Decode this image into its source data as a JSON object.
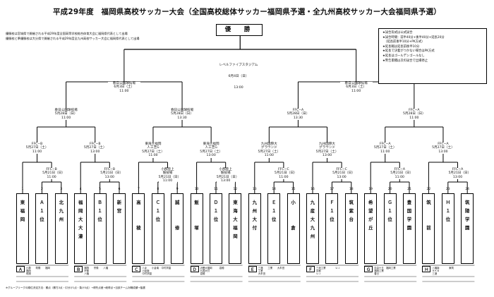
{
  "title": "平成29年度　福岡県高校サッカー大会（全国高校総体サッカー福岡県予選・全九州高校サッカー大会福岡県予選）",
  "notes": [
    "優勝校は宮城県で開催される平成29年度全国高等学校総合体育大会に福岡県代表として出場",
    "優勝校と準優勝校は大分県で開催される平成29年度全九州高校サッカー大会に福岡県代表として出場"
  ],
  "champion_label": "優　勝",
  "rules": [
    "★試合形式は公式試合",
    "★試合時間：前半40分+後半40分+延長20分",
    "　（延長前後半10分+PK方式）",
    "★延長戦は延長前後半10分",
    "★延長で決着がつかない場合はPK方式",
    "★延長はゴールデンゴールなし",
    "★警告累積は次の試合で出場停止"
  ],
  "final": {
    "venue": "レベルファイブスタジアム",
    "date": "6月4日（日）",
    "time": "13:00"
  },
  "semis": [
    {
      "venue": "春日公園球技場",
      "date": "6月3日（土）",
      "time": "11:00"
    },
    {
      "venue": "春日公園球技場",
      "date": "6月3日（土）",
      "time": "11:00"
    }
  ],
  "quarters": [
    {
      "venue": "春日公園球技場",
      "date": "5月28日（日）",
      "time": "11:00"
    },
    {
      "venue": "春日公園球技場",
      "date": "5月28日（日）",
      "time": "13:30"
    },
    {
      "venue": "FFC−A",
      "date": "5月28日（日）",
      "time": "13:30"
    },
    {
      "venue": "FFC−A",
      "date": "5月28日（日）",
      "time": "11:00"
    }
  ],
  "round16": [
    {
      "venue": "FFC−B",
      "date": "5月27日（土）",
      "time": "11:00"
    },
    {
      "venue": "FFC−B",
      "date": "5月27日（土）",
      "time": "13:00"
    },
    {
      "venue": "東海大福岡\n人工芝G",
      "date": "5月27日（土）",
      "time": "11:00"
    },
    {
      "venue": "東海大福岡\n人工芝G",
      "date": "5月27日（土）",
      "time": "13:00"
    },
    {
      "venue": "九州国際大\nグラウンド",
      "date": "5月27日（土）",
      "time": "11:00"
    },
    {
      "venue": "九州国際大\nグラウンド",
      "date": "5月27日（土）",
      "time": "13:00"
    },
    {
      "venue": "FFC−A",
      "date": "5月27日（土）",
      "time": "11:00"
    },
    {
      "venue": "FFC−A",
      "date": "5月27日（土）",
      "time": "13:00"
    }
  ],
  "round32": [
    {
      "venue": "FFC−B",
      "date": "5月21日（日）",
      "time": "11:00"
    },
    {
      "venue": "FFC−B",
      "date": "5月21日（日）",
      "time": "13:00"
    },
    {
      "venue": "小郡陸上\n競技場",
      "date": "5月21日（日）",
      "time": "11:00"
    },
    {
      "venue": "小郡陸上\n競技場",
      "date": "5月21日（日）",
      "time": "13:00"
    },
    {
      "venue": "FFC−C",
      "date": "5月21日（日）",
      "time": "11:00"
    },
    {
      "venue": "FFC−C",
      "date": "5月21日（日）",
      "time": "13:00"
    },
    {
      "venue": "FFC−A",
      "date": "5月21日（日）",
      "time": "11:00"
    },
    {
      "venue": "FFC−A",
      "date": "5月21日（日）",
      "time": "13:00"
    }
  ],
  "teams": [
    {
      "no": "1",
      "name": "東\n福\n岡"
    },
    {
      "no": "2",
      "name": "Ａ\n１\n位"
    },
    {
      "no": "3",
      "name": "北\n九\n州"
    },
    {
      "no": "4",
      "name": "福\n岡\n大\n大\n濠"
    },
    {
      "no": "5",
      "name": "Ｂ\n１\n位"
    },
    {
      "no": "6",
      "name": "新\n宮"
    },
    {
      "no": "7",
      "name": "高\n\n\n稜"
    },
    {
      "no": "8",
      "name": "Ｃ\n１\n位"
    },
    {
      "no": "9",
      "name": "誠\n\n\n修"
    },
    {
      "no": "10",
      "name": "飯\n\n\n塚"
    },
    {
      "no": "11",
      "name": "Ｄ\n１\n位"
    },
    {
      "no": "12",
      "name": "東\n海\n大\n福\n岡"
    },
    {
      "no": "13",
      "name": "九\n州\n大\n付"
    },
    {
      "no": "14",
      "name": "Ｅ\n１\n位"
    },
    {
      "no": "15",
      "name": "小\n\n\n倉"
    },
    {
      "no": "16",
      "name": "九\n産\n大\n九\n州"
    },
    {
      "no": "17",
      "name": "Ｆ\n１\n位"
    },
    {
      "no": "18",
      "name": "筑\n紫\n台"
    },
    {
      "no": "19",
      "name": "希\n望\nが\n丘"
    },
    {
      "no": "20",
      "name": "Ｇ\n１\n位"
    },
    {
      "no": "21",
      "name": "豊\n国\n学\n園"
    },
    {
      "no": "22",
      "name": "筑\n\n\n前"
    },
    {
      "no": "23",
      "name": "Ｈ\n１\n位"
    },
    {
      "no": "24",
      "name": "筑\n陽\n学\n園"
    }
  ],
  "groups": [
    {
      "label": "Ａ",
      "rows": [
        "小郡　　筑陽　　福岡",
        "福岡",
        "筑陽"
      ]
    },
    {
      "label": "Ｂ",
      "rows": [
        "福翔　　宗像　　八幡",
        "宗像",
        "八幡"
      ]
    },
    {
      "label": "Ｃ",
      "rows": [
        "八女　　小倉南　中村学園",
        "小倉南",
        "中村学園"
      ]
    },
    {
      "label": "Ｄ",
      "rows": [
        "近畿大福岡　　　嘉穂",
        "九国大付",
        "嘉穂"
      ]
    },
    {
      "label": "Ｅ",
      "rows": [
        "三潴　　工業　　大牟田",
        "工業",
        "大牟田"
      ]
    },
    {
      "label": "Ｆ",
      "rows": [
        "三池工業　　　　ＵＪ",
        "京都",
        "ＵＪ"
      ]
    },
    {
      "label": "Ｇ",
      "rows": [
        "自由ケ丘　福岡工業",
        "福岡工業",
        "春日"
      ]
    },
    {
      "label": "Ｈ",
      "rows": [
        "八幡南　　　　東筑",
        "ＲＫＢ",
        "三潴"
      ]
    }
  ],
  "footer": "※グループリーグの順位決定方法：勝点（勝ち3点・引分け1点・負け0点）→得失点差→総得点→当該チーム対戦成績→抽選"
}
